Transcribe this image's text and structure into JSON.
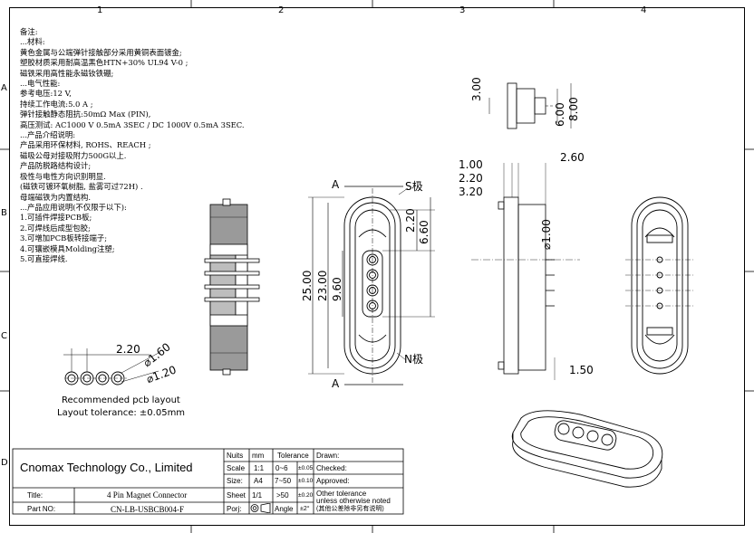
{
  "grid": {
    "columns": [
      "1",
      "2",
      "3",
      "4"
    ],
    "rows": [
      "A",
      "B",
      "C",
      "D"
    ]
  },
  "notes": {
    "heading": "备注:",
    "lines": [
      "...材料:",
      "    黄色金属与公端弹针接触部分采用黄铜表面镀金;",
      "    塑胶材质采用耐高温黑色HTN+30% UL94 V-0 ;",
      "    磁铁采用高性能永磁钕铁硼;",
      "...电气性能:",
      "    参考电压:12 V,",
      "    持续工作电流:5.0 A ;",
      "    弹针接触静态阻抗:50mΩ  Max (PIN),",
      "    高压测试: AC1000 V 0.5mA 3SEC / DC 1000V 0.5mA 3SEC.",
      "...产品介绍说明:",
      "    产品采用环保材料, ROHS、REACH ;",
      "    磁吸公母对接吸附力500G以上.",
      "    产品防脱路结构设计;",
      "    极性与电性方向识别明显.",
      "    (磁铁可镀环氧树脂, 盐雾可过72H) .",
      "    母端磁铁为内置结构.",
      "...产品应用说明(不仅限于以下):",
      "    1.可插件焊接PCB板;",
      "    2.可焊线后成型包胶;",
      "    3.可增加PCB板转接端子;",
      "    4.可镶嵌模具Molding注塑;",
      "    5.可直接焊线."
    ]
  },
  "dimensions": {
    "side_top": [
      "3.00",
      "6.00",
      "8.00"
    ],
    "front": [
      "2.20",
      "6.60",
      "25.00",
      "23.00",
      "9.60"
    ],
    "side": [
      "1.00",
      "2.20",
      "3.20",
      "2.60",
      "⌀1.00",
      "1.50"
    ],
    "pcb": [
      "2.20",
      "⌀1.60",
      "⌀1.20"
    ]
  },
  "section_labels": {
    "a_top": "A",
    "a_bottom": "A",
    "s_pole": "S极",
    "n_pole": "N极"
  },
  "pcb_layout": {
    "caption": "Recommended pcb layout",
    "tolerance": "Layout tolerance: ±0.05mm"
  },
  "title_block": {
    "company": "Cnomax Technology Co., Limited",
    "title_label": "Title:",
    "title_value": "4 Pin Magnet Connector",
    "partno_label": "Part NO:",
    "partno_value": "CN-LB-USBCB004-F",
    "units_label": "Nuits",
    "units_value": "mm",
    "scale_label": "Scale",
    "scale_value": "1:1",
    "size_label": "Size:",
    "size_value": "A4",
    "sheet_label": "Sheet",
    "sheet_value": "1/1",
    "proj_label": "Porj:",
    "tolerance_label": "Tolerance",
    "tol_rows": [
      {
        "range": "0~6",
        "value": "±0.05"
      },
      {
        "range": "7~50",
        "value": "±0.10"
      },
      {
        "range": ">50",
        "value": "±0.20"
      }
    ],
    "angle_label": "Angle",
    "angle_value": "±2°",
    "drawn_label": "Drawn:",
    "checked_label": "Checked:",
    "approved_label": "Approved:",
    "other_tol_1": "Other tolerance",
    "other_tol_2": "unless otherwise noted",
    "other_tol_3": "(其他公差除非另有说明)"
  }
}
